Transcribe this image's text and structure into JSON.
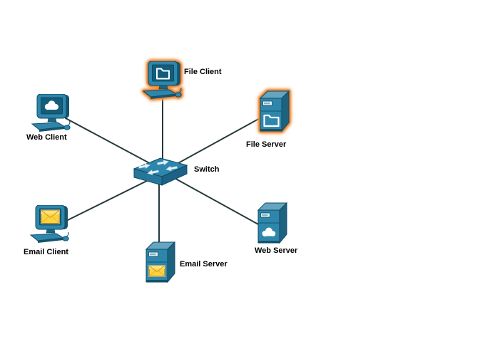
{
  "diagram": {
    "colors": {
      "background": "#ffffff",
      "device_teal": "#2e86ab",
      "device_dark_side": "#1d6380",
      "device_light_top": "#66a5c0",
      "device_outline": "#0d4b64",
      "link_line": "#26393b",
      "highlight_orange": "#ed7b21",
      "envelope_yellow": "#ffd23f"
    },
    "nodes": [
      {
        "id": "file-client",
        "label": "File Client",
        "device": "desktop-computer",
        "badge": "folder-icon",
        "highlighted": true
      },
      {
        "id": "web-client",
        "label": "Web Client",
        "device": "desktop-computer",
        "badge": "cloud-icon",
        "highlighted": false
      },
      {
        "id": "file-server",
        "label": "File Server",
        "device": "server-tower",
        "badge": "folder-icon",
        "highlighted": true
      },
      {
        "id": "switch",
        "label": "Switch",
        "device": "network-switch",
        "badge": "transfer-arrows-icon",
        "highlighted": false
      },
      {
        "id": "email-client",
        "label": "Email Client",
        "device": "desktop-computer",
        "badge": "envelope-icon",
        "highlighted": false
      },
      {
        "id": "email-server",
        "label": "Email Server",
        "device": "server-tower",
        "badge": "envelope-icon",
        "highlighted": false
      },
      {
        "id": "web-server",
        "label": "Web Server",
        "device": "server-tower",
        "badge": "cloud-icon",
        "highlighted": false
      }
    ],
    "links": [
      {
        "from": "file-client",
        "to": "switch"
      },
      {
        "from": "web-client",
        "to": "switch"
      },
      {
        "from": "file-server",
        "to": "switch"
      },
      {
        "from": "email-client",
        "to": "switch"
      },
      {
        "from": "email-server",
        "to": "switch"
      },
      {
        "from": "web-server",
        "to": "switch"
      }
    ]
  }
}
